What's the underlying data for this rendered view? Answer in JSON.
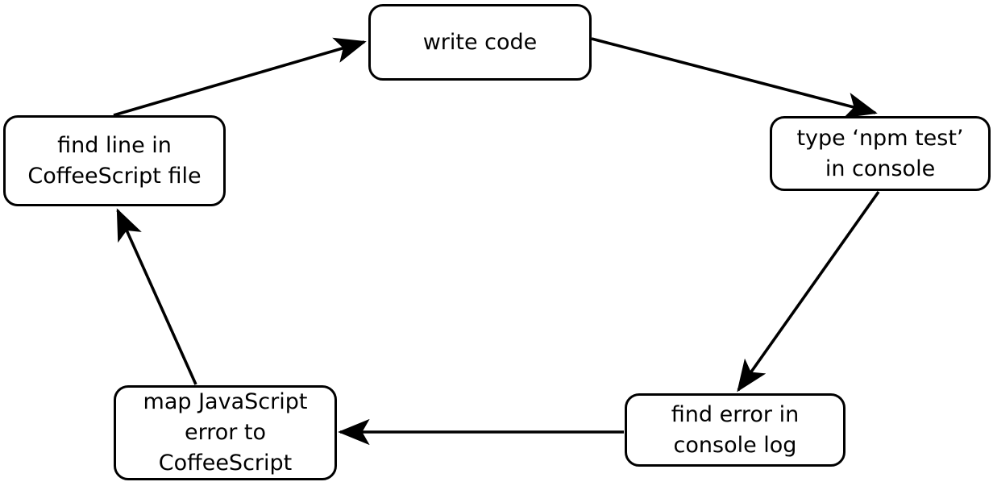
{
  "diagram": {
    "type": "cycle-flowchart",
    "background_color": "#ffffff",
    "stroke_color": "#000000",
    "text_color": "#000000",
    "nodes": [
      {
        "id": "write-code",
        "label": "write code"
      },
      {
        "id": "npm-test",
        "label": "type ‘npm test’\nin console"
      },
      {
        "id": "find-error",
        "label": "find error in\nconsole log"
      },
      {
        "id": "map-javascript",
        "label": "map JavaScript\nerror to\nCoffeeScript"
      },
      {
        "id": "find-line",
        "label": "find line in\nCoffeeScript file"
      }
    ],
    "edges": [
      {
        "id": "edge-find-line-to-write-code",
        "from": "find-line",
        "to": "write-code",
        "label": ""
      },
      {
        "id": "edge-write-code-to-npm-test",
        "from": "write-code",
        "to": "npm-test",
        "label": ""
      },
      {
        "id": "edge-npm-test-to-find-error",
        "from": "npm-test",
        "to": "find-error",
        "label": ""
      },
      {
        "id": "edge-find-error-to-map-js",
        "from": "find-error",
        "to": "map-javascript",
        "label": ""
      },
      {
        "id": "edge-map-js-to-find-line",
        "from": "map-javascript",
        "to": "find-line",
        "label": ""
      }
    ]
  }
}
